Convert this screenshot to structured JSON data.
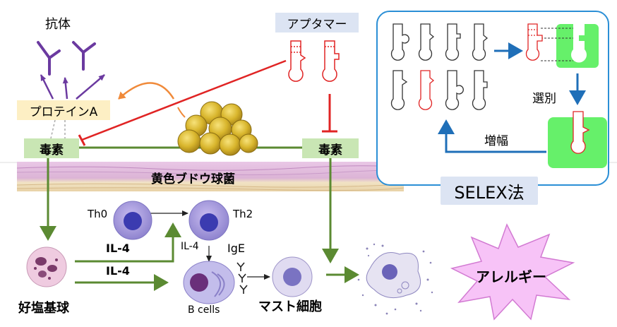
{
  "labels": {
    "antibody": "抗体",
    "protein_a": "プロテインA",
    "toxin_left": "毒素",
    "toxin_right": "毒素",
    "aptamer": "アプタマー",
    "bacteria": "黄色ブドウ球菌",
    "th0": "Th0",
    "th2": "Th2",
    "il4_small": "IL-4",
    "ige": "IgE",
    "il4_upper": "IL-4",
    "il4_lower": "IL-4",
    "basophil": "好塩基球",
    "b_cells": "B cells",
    "mast_cell": "マスト細胞",
    "allergy": "アレルギー",
    "selection": "選別",
    "amplification": "増幅",
    "selex": "SELEX法"
  },
  "colors": {
    "green_arrow": "#5b8a32",
    "red_line": "#e02424",
    "purple_antibody": "#6b3aa0",
    "selex_border": "#2b8fd6",
    "blue_arrow": "#1f6fb8",
    "target_green": "#66f06a",
    "allergy_pink": "#f7c3f7"
  }
}
